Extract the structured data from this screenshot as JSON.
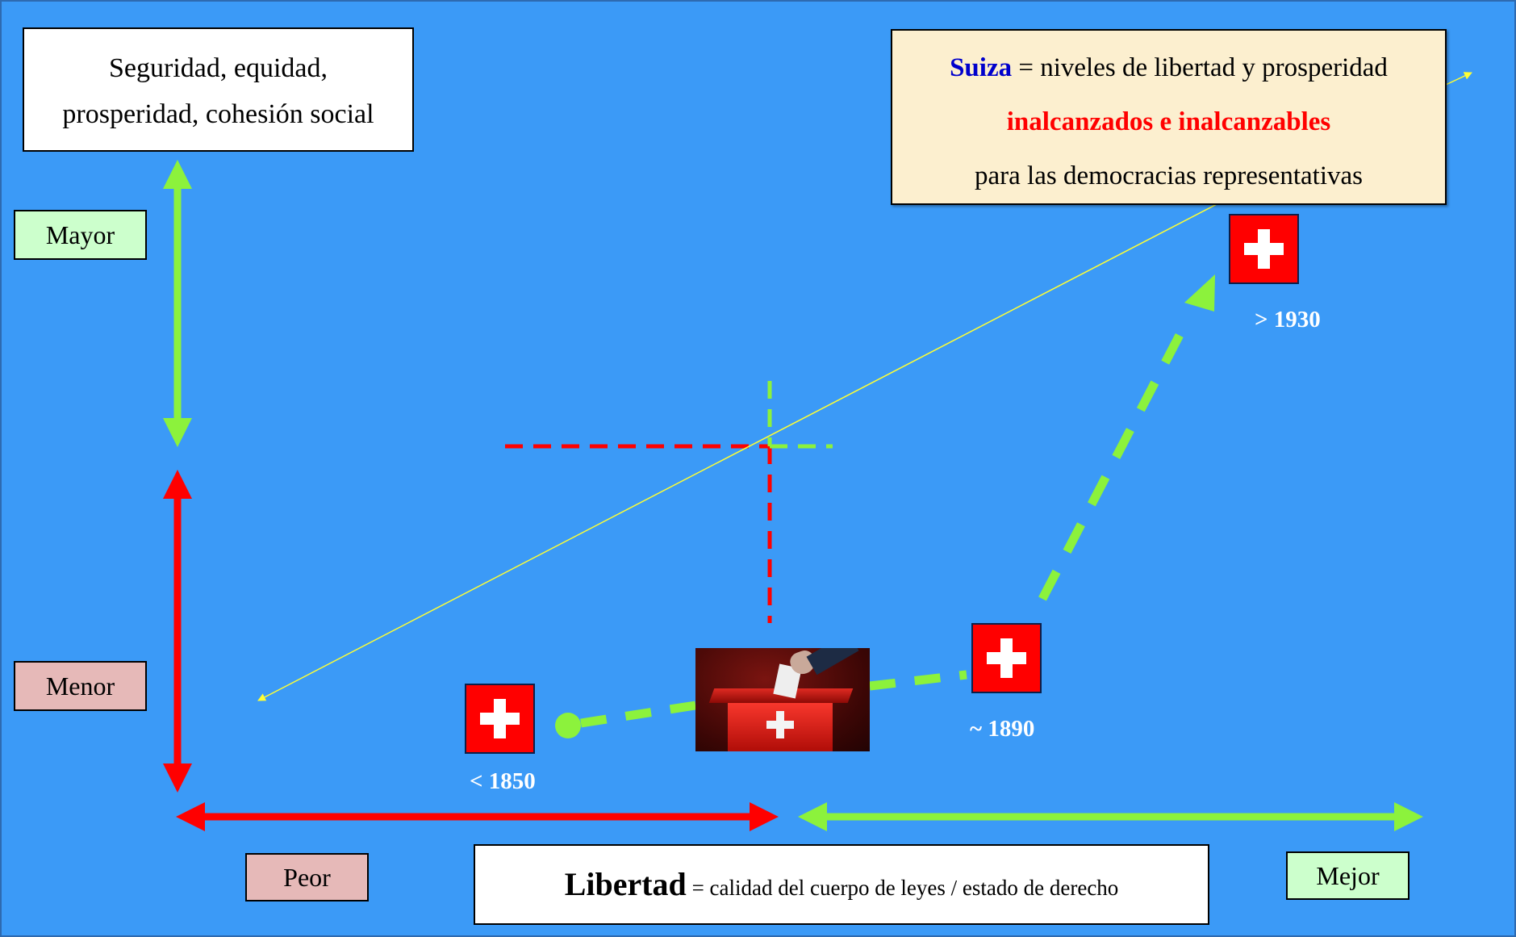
{
  "axes": {
    "y_top_label": "Mayor",
    "y_bottom_label": "Menor",
    "x_left_label": "Peor",
    "x_right_label": "Mejor"
  },
  "y_axis_title": {
    "line1": "Seguridad, equidad,",
    "line2": "prosperidad, cohesión social"
  },
  "x_axis_title": {
    "bold": "Libertad",
    "rest": " = calidad del cuerpo de leyes / estado de derecho"
  },
  "callout": {
    "suiza": "Suiza",
    "line1_rest": " = niveles de libertad y prosperidad",
    "line2": "inalcanzados e inalcanzables",
    "line3": "para las democracias representativas"
  },
  "milestones": [
    {
      "label": "< 1850",
      "icon": "swiss-flag-icon"
    },
    {
      "label": "~ 1890",
      "icon": "swiss-flag-icon"
    },
    {
      "label": "> 1930",
      "icon": "swiss-flag-icon"
    }
  ],
  "colors": {
    "background": "#3b9af7",
    "better": "#8cf23c",
    "worse": "#ff0000",
    "guide_line": "#ffff33",
    "suiza": "#0000cc",
    "emphasis": "#ff0000"
  }
}
